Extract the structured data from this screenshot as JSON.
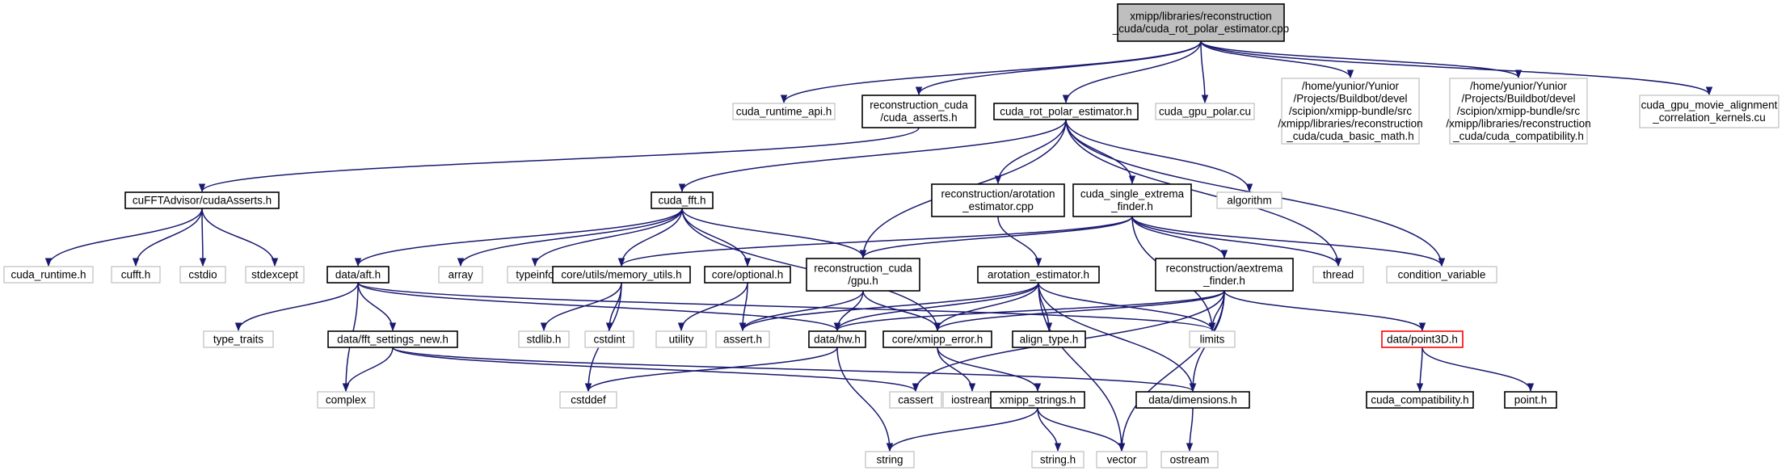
{
  "colors": {
    "edge": "#191970",
    "root_fill": "#bfbfbf",
    "documented_border": "#000000",
    "undocumented_border": "#bfbfbf",
    "missing_border": "#ff0000"
  },
  "nodes": [
    {
      "id": "root",
      "lines": [
        "xmipp/libraries/reconstruction",
        "_cuda/cuda_rot_polar_estimator.cpp"
      ],
      "style": "root"
    },
    {
      "id": "cuda_runtime_api",
      "lines": [
        "cuda_runtime_api.h"
      ],
      "style": "gray"
    },
    {
      "id": "cuda_asserts",
      "lines": [
        "reconstruction_cuda",
        "/cuda_asserts.h"
      ],
      "style": "doc"
    },
    {
      "id": "rot_polar_h",
      "lines": [
        "cuda_rot_polar_estimator.h"
      ],
      "style": "doc"
    },
    {
      "id": "gpu_polar",
      "lines": [
        "cuda_gpu_polar.cu"
      ],
      "style": "gray"
    },
    {
      "id": "basic_math",
      "lines": [
        "/home/yunior/Yunior",
        "/Projects/Buildbot/devel",
        "/scipion/xmipp-bundle/src",
        "/xmipp/libraries/reconstruction",
        "_cuda/cuda_basic_math.h"
      ],
      "style": "gray"
    },
    {
      "id": "compat_full",
      "lines": [
        "/home/yunior/Yunior",
        "/Projects/Buildbot/devel",
        "/scipion/xmipp-bundle/src",
        "/xmipp/libraries/reconstruction",
        "_cuda/cuda_compatibility.h"
      ],
      "style": "gray"
    },
    {
      "id": "movie_align",
      "lines": [
        "cuda_gpu_movie_alignment",
        "_correlation_kernels.cu"
      ],
      "style": "gray"
    },
    {
      "id": "cufft_asserts",
      "lines": [
        "cuFFTAdvisor/cudaAsserts.h"
      ],
      "style": "doc"
    },
    {
      "id": "cuda_fft",
      "lines": [
        "cuda_fft.h"
      ],
      "style": "doc"
    },
    {
      "id": "arot_cpp",
      "lines": [
        "reconstruction/arotation",
        "_estimator.cpp"
      ],
      "style": "doc"
    },
    {
      "id": "single_extrema",
      "lines": [
        "cuda_single_extrema",
        "_finder.h"
      ],
      "style": "doc"
    },
    {
      "id": "algorithm",
      "lines": [
        "algorithm"
      ],
      "style": "gray"
    },
    {
      "id": "cuda_runtime",
      "lines": [
        "cuda_runtime.h"
      ],
      "style": "gray"
    },
    {
      "id": "cufft",
      "lines": [
        "cufft.h"
      ],
      "style": "gray"
    },
    {
      "id": "cstdio",
      "lines": [
        "cstdio"
      ],
      "style": "gray"
    },
    {
      "id": "stdexcept",
      "lines": [
        "stdexcept"
      ],
      "style": "gray"
    },
    {
      "id": "aft",
      "lines": [
        "data/aft.h"
      ],
      "style": "doc"
    },
    {
      "id": "array",
      "lines": [
        "array"
      ],
      "style": "gray"
    },
    {
      "id": "typeinfo",
      "lines": [
        "typeinfo"
      ],
      "style": "gray"
    },
    {
      "id": "memory_utils",
      "lines": [
        "core/utils/memory_utils.h"
      ],
      "style": "doc"
    },
    {
      "id": "optional",
      "lines": [
        "core/optional.h"
      ],
      "style": "doc"
    },
    {
      "id": "gpu_h",
      "lines": [
        "reconstruction_cuda",
        "/gpu.h"
      ],
      "style": "doc"
    },
    {
      "id": "arot_h",
      "lines": [
        "arotation_estimator.h"
      ],
      "style": "doc"
    },
    {
      "id": "aextrema",
      "lines": [
        "reconstruction/aextrema",
        "_finder.h"
      ],
      "style": "doc"
    },
    {
      "id": "thread",
      "lines": [
        "thread"
      ],
      "style": "gray"
    },
    {
      "id": "condvar",
      "lines": [
        "condition_variable"
      ],
      "style": "gray"
    },
    {
      "id": "type_traits",
      "lines": [
        "type_traits"
      ],
      "style": "gray"
    },
    {
      "id": "fft_settings",
      "lines": [
        "data/fft_settings_new.h"
      ],
      "style": "doc"
    },
    {
      "id": "stdlib",
      "lines": [
        "stdlib.h"
      ],
      "style": "gray"
    },
    {
      "id": "cstdint",
      "lines": [
        "cstdint"
      ],
      "style": "gray"
    },
    {
      "id": "utility",
      "lines": [
        "utility"
      ],
      "style": "gray"
    },
    {
      "id": "assert",
      "lines": [
        "assert.h"
      ],
      "style": "gray"
    },
    {
      "id": "hw",
      "lines": [
        "data/hw.h"
      ],
      "style": "doc"
    },
    {
      "id": "xmipp_error",
      "lines": [
        "core/xmipp_error.h"
      ],
      "style": "doc"
    },
    {
      "id": "align_type",
      "lines": [
        "align_type.h"
      ],
      "style": "doc"
    },
    {
      "id": "limits",
      "lines": [
        "limits"
      ],
      "style": "gray"
    },
    {
      "id": "point3d",
      "lines": [
        "data/point3D.h"
      ],
      "style": "missing"
    },
    {
      "id": "complex",
      "lines": [
        "complex"
      ],
      "style": "gray"
    },
    {
      "id": "cstddef",
      "lines": [
        "cstddef"
      ],
      "style": "gray"
    },
    {
      "id": "cassert",
      "lines": [
        "cassert"
      ],
      "style": "gray"
    },
    {
      "id": "iostream",
      "lines": [
        "iostream"
      ],
      "style": "gray"
    },
    {
      "id": "xmipp_strings",
      "lines": [
        "xmipp_strings.h"
      ],
      "style": "doc"
    },
    {
      "id": "dimensions",
      "lines": [
        "data/dimensions.h"
      ],
      "style": "doc"
    },
    {
      "id": "cuda_compat",
      "lines": [
        "cuda_compatibility.h"
      ],
      "style": "doc"
    },
    {
      "id": "point_h",
      "lines": [
        "point.h"
      ],
      "style": "doc"
    },
    {
      "id": "string",
      "lines": [
        "string"
      ],
      "style": "gray"
    },
    {
      "id": "string_h",
      "lines": [
        "string.h"
      ],
      "style": "gray"
    },
    {
      "id": "vector",
      "lines": [
        "vector"
      ],
      "style": "gray"
    },
    {
      "id": "ostream",
      "lines": [
        "ostream"
      ],
      "style": "gray"
    }
  ],
  "edges": [
    [
      "root",
      "cuda_runtime_api"
    ],
    [
      "root",
      "cuda_asserts"
    ],
    [
      "root",
      "rot_polar_h"
    ],
    [
      "root",
      "gpu_polar"
    ],
    [
      "root",
      "basic_math"
    ],
    [
      "root",
      "compat_full"
    ],
    [
      "root",
      "movie_align"
    ],
    [
      "cuda_asserts",
      "cufft_asserts"
    ],
    [
      "cufft_asserts",
      "cuda_runtime"
    ],
    [
      "cufft_asserts",
      "cufft"
    ],
    [
      "cufft_asserts",
      "cstdio"
    ],
    [
      "cufft_asserts",
      "stdexcept"
    ],
    [
      "rot_polar_h",
      "cuda_fft"
    ],
    [
      "rot_polar_h",
      "arot_cpp"
    ],
    [
      "rot_polar_h",
      "single_extrema"
    ],
    [
      "rot_polar_h",
      "algorithm"
    ],
    [
      "rot_polar_h",
      "gpu_h"
    ],
    [
      "rot_polar_h",
      "thread"
    ],
    [
      "rot_polar_h",
      "condvar"
    ],
    [
      "cuda_fft",
      "aft"
    ],
    [
      "cuda_fft",
      "array"
    ],
    [
      "cuda_fft",
      "typeinfo"
    ],
    [
      "cuda_fft",
      "memory_utils"
    ],
    [
      "cuda_fft",
      "optional"
    ],
    [
      "cuda_fft",
      "gpu_h"
    ],
    [
      "cuda_fft",
      "xmipp_error"
    ],
    [
      "arot_cpp",
      "arot_h"
    ],
    [
      "single_extrema",
      "memory_utils"
    ],
    [
      "single_extrema",
      "gpu_h"
    ],
    [
      "single_extrema",
      "aextrema"
    ],
    [
      "single_extrema",
      "thread"
    ],
    [
      "single_extrema",
      "condvar"
    ],
    [
      "single_extrema",
      "limits"
    ],
    [
      "aft",
      "type_traits"
    ],
    [
      "aft",
      "fft_settings"
    ],
    [
      "aft",
      "complex"
    ],
    [
      "aft",
      "hw"
    ],
    [
      "aft",
      "limits"
    ],
    [
      "memory_utils",
      "stdlib"
    ],
    [
      "memory_utils",
      "cstdint"
    ],
    [
      "memory_utils",
      "cstddef"
    ],
    [
      "optional",
      "utility"
    ],
    [
      "optional",
      "assert"
    ],
    [
      "gpu_h",
      "assert"
    ],
    [
      "gpu_h",
      "hw"
    ],
    [
      "gpu_h",
      "xmipp_error"
    ],
    [
      "arot_h",
      "assert"
    ],
    [
      "arot_h",
      "hw"
    ],
    [
      "arot_h",
      "xmipp_error"
    ],
    [
      "arot_h",
      "align_type"
    ],
    [
      "arot_h",
      "limits"
    ],
    [
      "arot_h",
      "dimensions"
    ],
    [
      "arot_h",
      "vector"
    ],
    [
      "aextrema",
      "hw"
    ],
    [
      "aextrema",
      "xmipp_error"
    ],
    [
      "aextrema",
      "limits"
    ],
    [
      "aextrema",
      "point3d"
    ],
    [
      "aextrema",
      "cassert"
    ],
    [
      "aextrema",
      "dimensions"
    ],
    [
      "aextrema",
      "vector"
    ],
    [
      "fft_settings",
      "complex"
    ],
    [
      "fft_settings",
      "cassert"
    ],
    [
      "fft_settings",
      "dimensions"
    ],
    [
      "hw",
      "cstddef"
    ],
    [
      "hw",
      "string"
    ],
    [
      "xmipp_error",
      "iostream"
    ],
    [
      "xmipp_error",
      "xmipp_strings"
    ],
    [
      "xmipp_strings",
      "string"
    ],
    [
      "xmipp_strings",
      "string_h"
    ],
    [
      "xmipp_strings",
      "vector"
    ],
    [
      "dimensions",
      "ostream"
    ],
    [
      "point3d",
      "cuda_compat"
    ],
    [
      "point3d",
      "point_h"
    ]
  ]
}
